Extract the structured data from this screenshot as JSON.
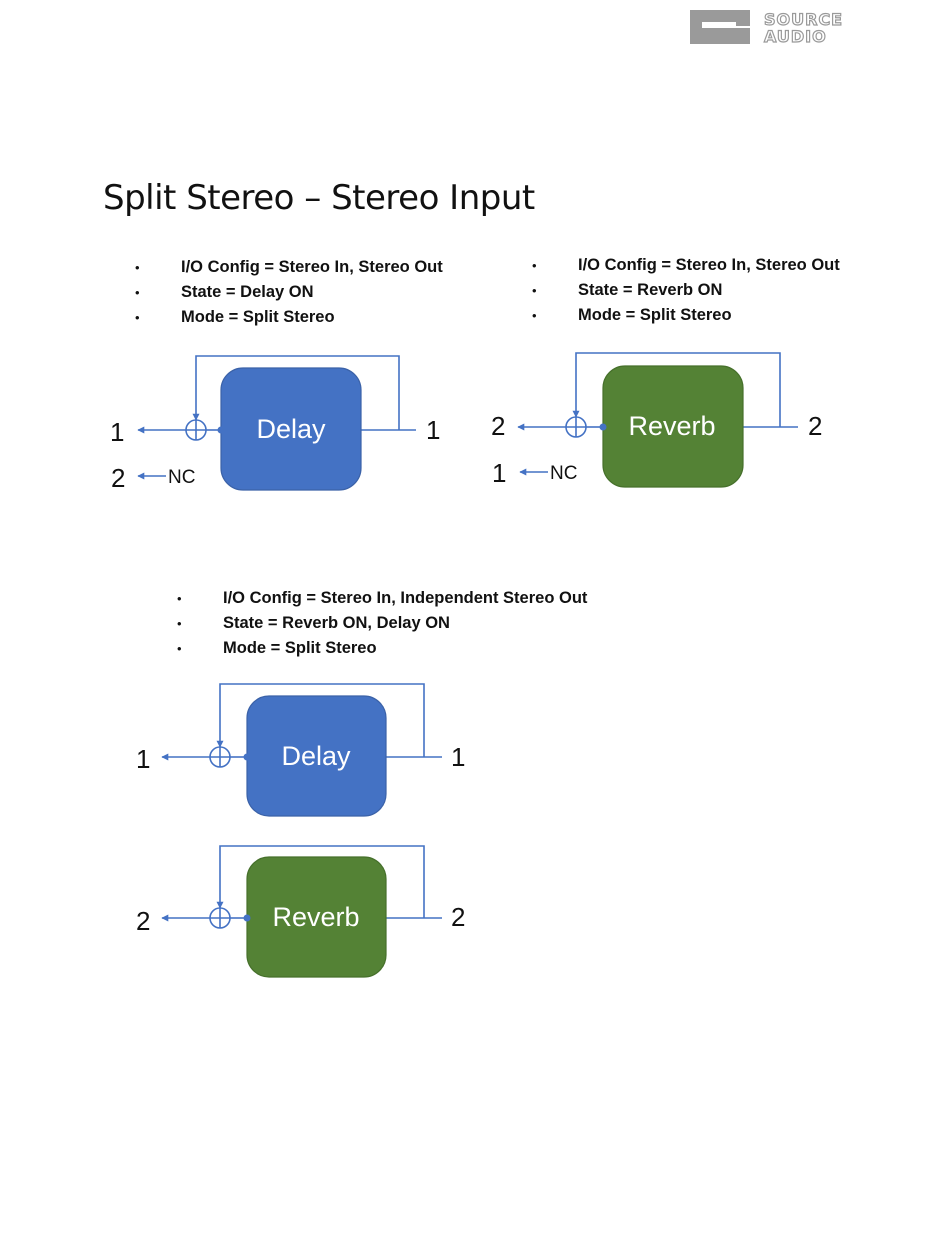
{
  "brand": {
    "logo_text": "SOURCE AUDIO"
  },
  "page_title": "Split Stereo – Stereo Input",
  "colors": {
    "delay_block": "#4472c4",
    "reverb_block": "#548235",
    "wire": "#4472c4"
  },
  "config_delay": {
    "bullets": [
      "I/O Config = Stereo In, Stereo Out",
      "State = Delay ON",
      "Mode = Split Stereo"
    ],
    "block_label": "Delay",
    "input_port": "1",
    "output_port": "1",
    "unused_output_port": "2",
    "unused_output_label": "NC"
  },
  "config_reverb": {
    "bullets": [
      "I/O Config = Stereo In, Stereo Out",
      "State = Reverb ON",
      "Mode = Split Stereo"
    ],
    "block_label": "Reverb",
    "input_port": "2",
    "output_port": "2",
    "unused_output_port": "1",
    "unused_output_label": "NC"
  },
  "config_both": {
    "bullets": [
      "I/O Config = Stereo In, Independent Stereo Out",
      "State = Reverb ON, Delay ON",
      "Mode = Split Stereo"
    ],
    "delay": {
      "block_label": "Delay",
      "input_port": "1",
      "output_port": "1"
    },
    "reverb": {
      "block_label": "Reverb",
      "input_port": "2",
      "output_port": "2"
    }
  }
}
